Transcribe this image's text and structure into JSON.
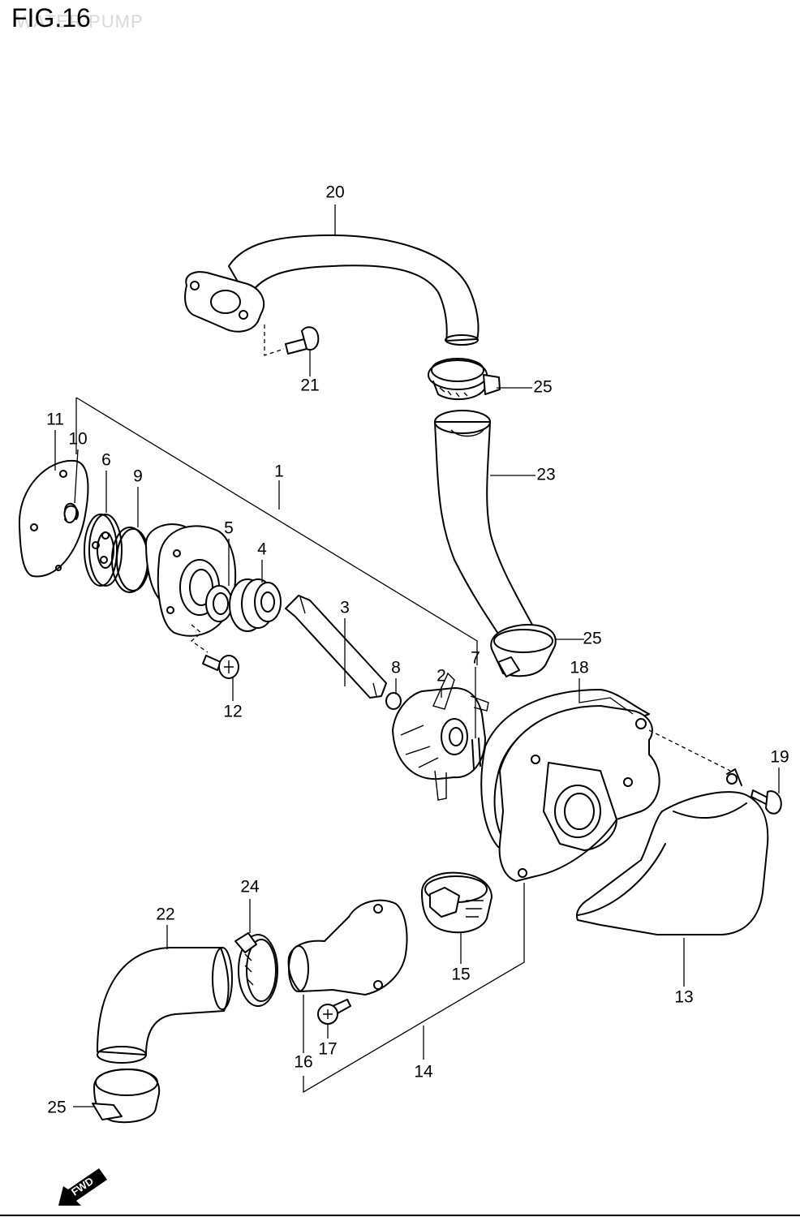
{
  "figure": {
    "title": "FIG.16",
    "subtitle": "WATER PUMP"
  },
  "fwd_label": "FWD",
  "labels": {
    "p1": "1",
    "p2": "2",
    "p3": "3",
    "p4": "4",
    "p5": "5",
    "p6": "6",
    "p7": "7",
    "p8": "8",
    "p9": "9",
    "p10": "10",
    "p11": "11",
    "p12": "12",
    "p13": "13",
    "p14": "14",
    "p15": "15",
    "p16": "16",
    "p17": "17",
    "p18": "18",
    "p19": "19",
    "p20": "20",
    "p21": "21",
    "p22": "22",
    "p23": "23",
    "p24": "24",
    "p25a": "25",
    "p25b": "25",
    "p25c": "25"
  }
}
